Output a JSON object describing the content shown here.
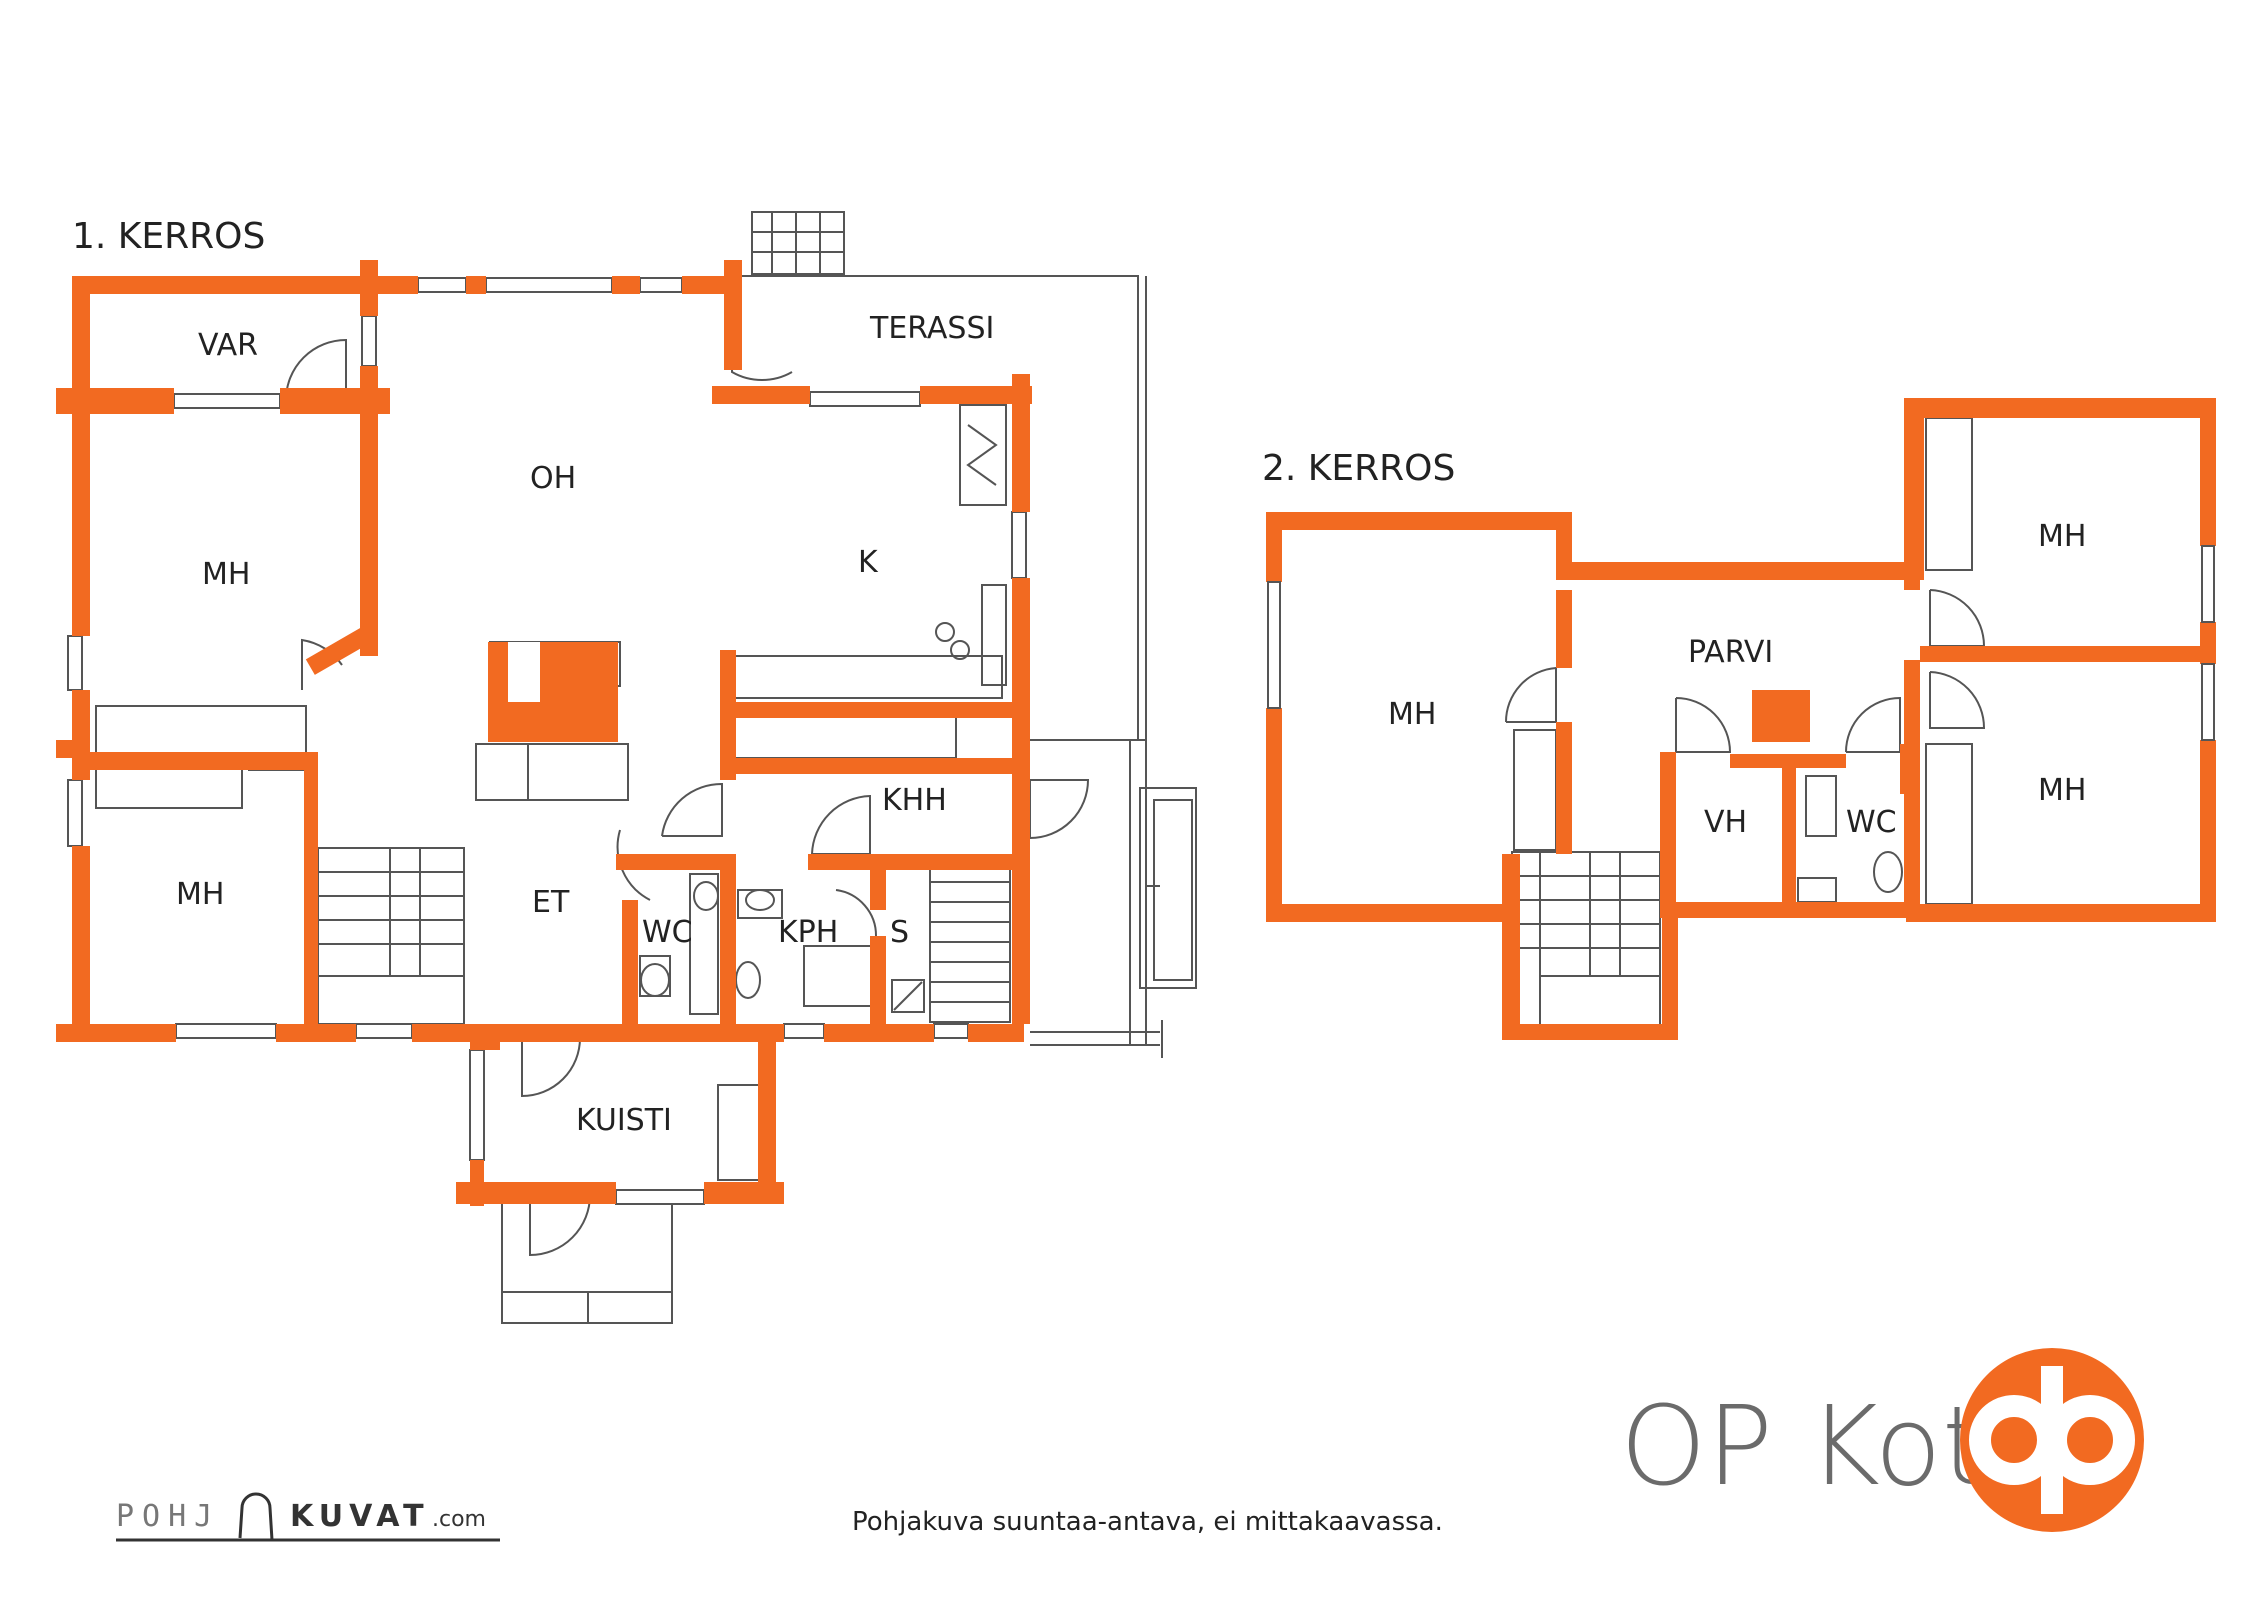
{
  "colors": {
    "wall": "#f26a21",
    "line": "#555555",
    "text": "#222222",
    "brand_text": "#6b6b6b"
  },
  "floor1": {
    "title": "1. KERROS",
    "rooms": {
      "var": "VAR",
      "oh": "OH",
      "terassi": "TERASSI",
      "k": "K",
      "mh_top": "MH",
      "mh_bottom": "MH",
      "et": "ET",
      "khh": "KHH",
      "wc": "WC",
      "kph": "KPH",
      "s": "S",
      "kuisti": "KUISTI"
    }
  },
  "floor2": {
    "title": "2. KERROS",
    "rooms": {
      "mh_left": "MH",
      "parvi": "PARVI",
      "mh_right_top": "MH",
      "mh_right_bottom": "MH",
      "vh": "VH",
      "wc": "WC"
    }
  },
  "logo": {
    "brand": "OP Koti",
    "symbol": "op-logo-icon"
  },
  "footer": {
    "note": "Pohjakuva suuntaa-antava, ei mittakaavassa.",
    "pohjakuvat_left": "POHJ",
    "pohjakuvat_right": "KUVAT",
    "pohjakuvat_suffix": ".com"
  }
}
